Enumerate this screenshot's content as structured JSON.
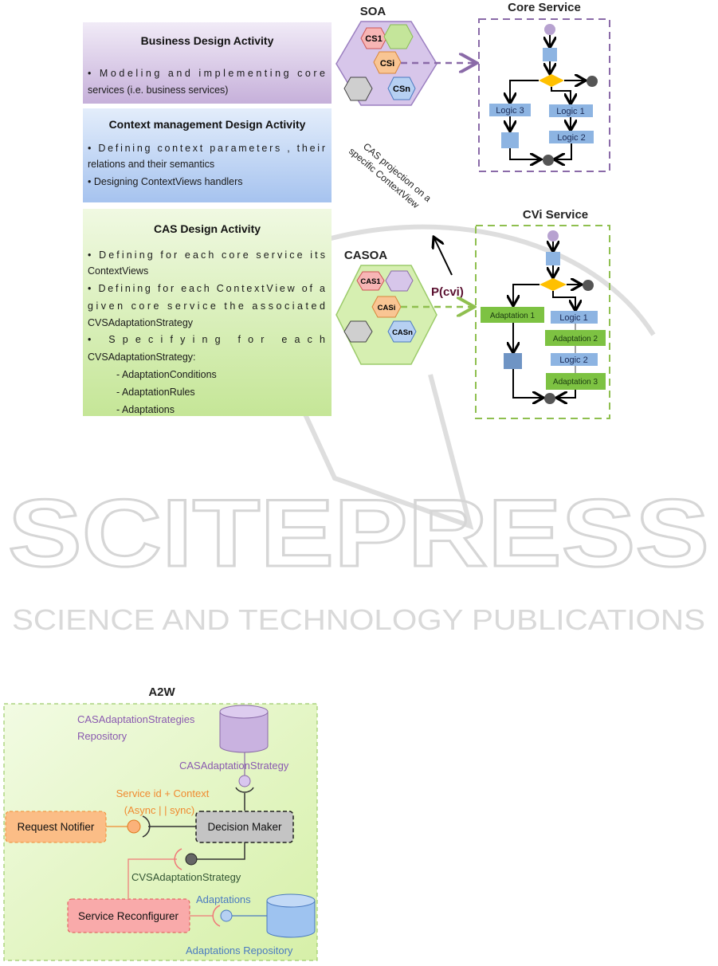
{
  "activities": {
    "business": {
      "title": "Business Design Activity",
      "lines": [
        "• Modeling and implementing core",
        "services (i.e. business services)"
      ]
    },
    "context": {
      "title": "Context management Design Activity",
      "lines": [
        "• Defining context parameters , their",
        "relations and their semantics",
        "• Designing ContextViews handlers"
      ]
    },
    "cas": {
      "title": "CAS Design Activity",
      "lines": [
        "• Defining for each core service its",
        "ContextViews",
        "• Defining for each ContextView of a",
        "given core service the associated",
        "CVSAdaptationStrategy",
        "• Specifying for each",
        "CVSAdaptationStrategy:",
        "- AdaptationConditions",
        "- AdaptationRules",
        "- Adaptations"
      ]
    }
  },
  "soa": {
    "label": "SOA",
    "services": [
      "CS1",
      "CSi",
      "CSn"
    ],
    "sub": [
      "1",
      "i",
      "n"
    ]
  },
  "core_service": {
    "label": "Core Service",
    "logic": [
      "Logic 3",
      "Logic 1",
      "Logic 2"
    ]
  },
  "projection": {
    "lines": [
      "CAS projection on a",
      "specific ContextView"
    ],
    "p_label": "P(cvi)"
  },
  "casoa": {
    "label": "CASOA",
    "services": [
      "CAS1",
      "CASi",
      "CASn"
    ]
  },
  "cv_service": {
    "label": "CVi Service",
    "boxes": [
      "Adaptation 1",
      "Logic 1",
      "Adaptation 2",
      "Logic 2",
      "Adaptation 3"
    ]
  },
  "a2w": {
    "label": "A2W",
    "repo1": [
      "CASAdaptationStrategies",
      "Repository"
    ],
    "cas_strategy": "CASAdaptationStrategy",
    "service_context": [
      "Service id + Context",
      "(Async | | sync)"
    ],
    "request_notifier": "Request Notifier",
    "decision_maker": "Decision Maker",
    "cvs_strategy": "CVSAdaptationStrategy",
    "service_reconfigurer": "Service Reconfigurer",
    "adaptations": "Adaptations",
    "repo2": "Adaptations Repository"
  },
  "watermark": {
    "main": "SCITEPRESS",
    "sub": "SCIENCE AND TECHNOLOGY PUBLICATIONS"
  },
  "colors": {
    "purple": "#8a6aa8",
    "green": "#8fbf4f",
    "blue": "#8db4e2",
    "orange": "#f2a15c",
    "gold": "#ffc000",
    "adaptation": "#7dc242"
  }
}
